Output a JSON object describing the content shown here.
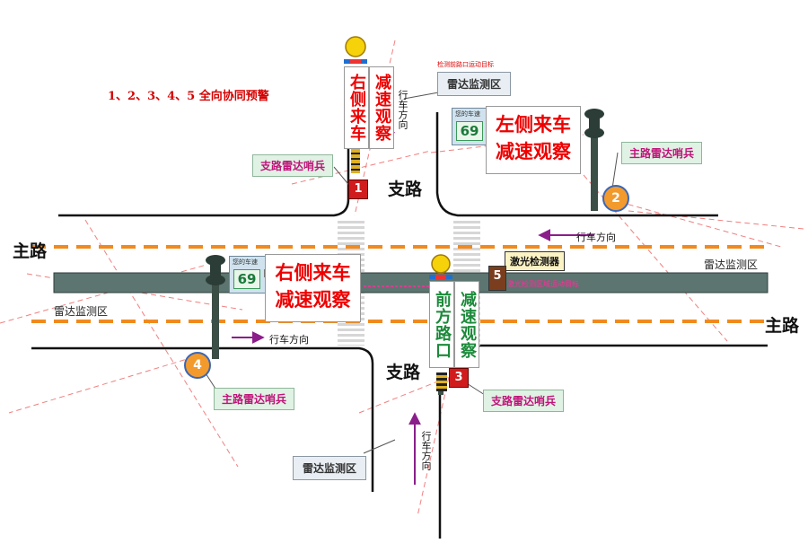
{
  "title": "1、2、3、4、5 全向协同预警",
  "road_labels": {
    "main_left": "主路",
    "main_right": "主路",
    "branch_top": "支路",
    "branch_bottom": "支路"
  },
  "direction_text": "行车方向",
  "sentinels": {
    "branch_radar_top": "支路雷达哨兵",
    "main_radar_right": "主路雷达哨兵",
    "main_radar_left": "主路雷达哨兵",
    "branch_radar_bottom": "支路雷达哨兵"
  },
  "zones": {
    "radar_top": "雷达监测区",
    "radar_right": "雷达监测区",
    "radar_left": "雷达监测区",
    "radar_bottom": "雷达监测区"
  },
  "small_red_note_top": "检测前路口运动目标",
  "laser_detector": "激光检测器",
  "laser_note": "激光检测区域运动目标",
  "badges": {
    "b1": "1",
    "b2": "2",
    "b3": "3",
    "b4": "4",
    "b5": "5"
  },
  "signs": {
    "top_vertical_right_side": "右侧来车",
    "top_vertical_slow": "减速观察",
    "right_main_line1": "左侧来车",
    "right_main_line2": "减速观察",
    "left_main_line1": "右侧来车",
    "left_main_line2": "减速观察",
    "bottom_vertical_front": "前方路口",
    "bottom_vertical_slow": "减速观察"
  },
  "speed_panel": {
    "caption": "您的车速",
    "value": "69"
  },
  "colors": {
    "road_line": "#111111",
    "lane_dash": "#f08a1e",
    "radar_zone_fill": "#5d7570",
    "alarm_red": "#e00000",
    "sentinel_text": "#c0147a",
    "arrow_purple": "#8b1e8b"
  }
}
